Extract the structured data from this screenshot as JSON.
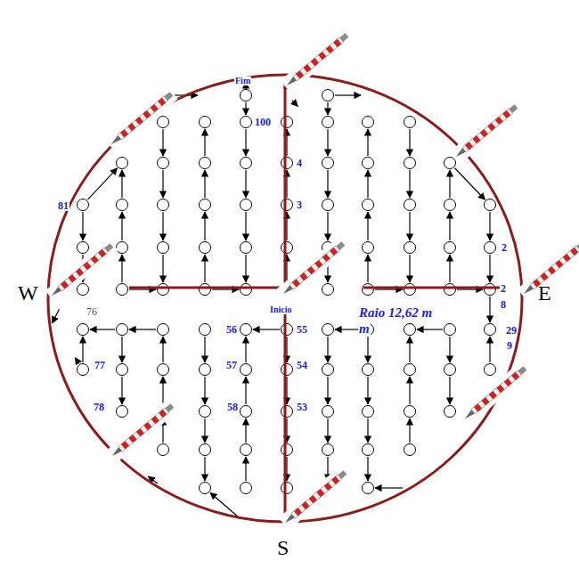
{
  "diagram": {
    "labels": [
      "Fim",
      "100",
      "4",
      "3",
      "81",
      "2",
      "2",
      "8",
      "29",
      "9",
      "Inicio",
      "Raio 12,62 m",
      "m",
      "76",
      "77",
      "78",
      "56",
      "55",
      "57",
      "54",
      "58",
      "53",
      "W",
      "E",
      "S"
    ]
  }
}
